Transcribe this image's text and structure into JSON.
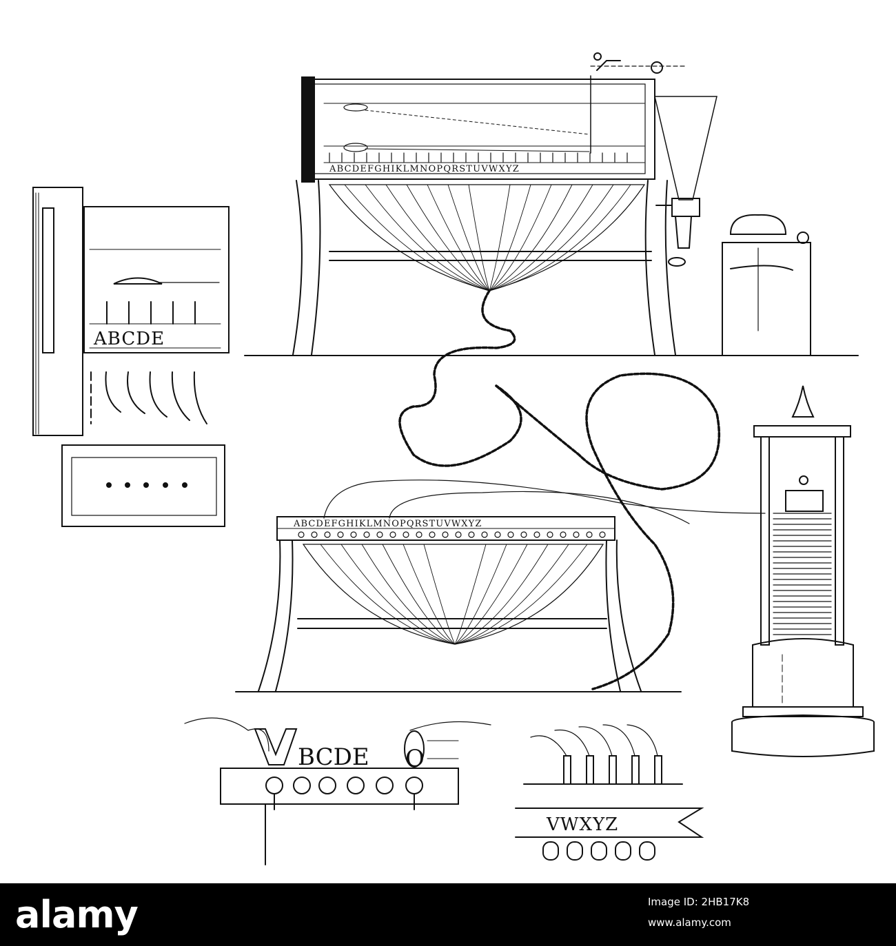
{
  "top_apparatus": {
    "alphabet": "ABCDEFGHIKLMNOPQRSTUVWXYZ"
  },
  "left_detail": {
    "letters": "ABCDE"
  },
  "lower_apparatus": {
    "alphabet": "ABCDEFGHIKLMNOPQRSTUVWXYZ"
  },
  "bottom_left_detail": {
    "letters": "BCDE",
    "end_letter": "O"
  },
  "bottom_right_detail": {
    "letters": "VWXYZ"
  },
  "watermark": {
    "logo": "alamy",
    "image_id": "Image ID: 2HB17K8",
    "site": "www.alamy.com"
  }
}
